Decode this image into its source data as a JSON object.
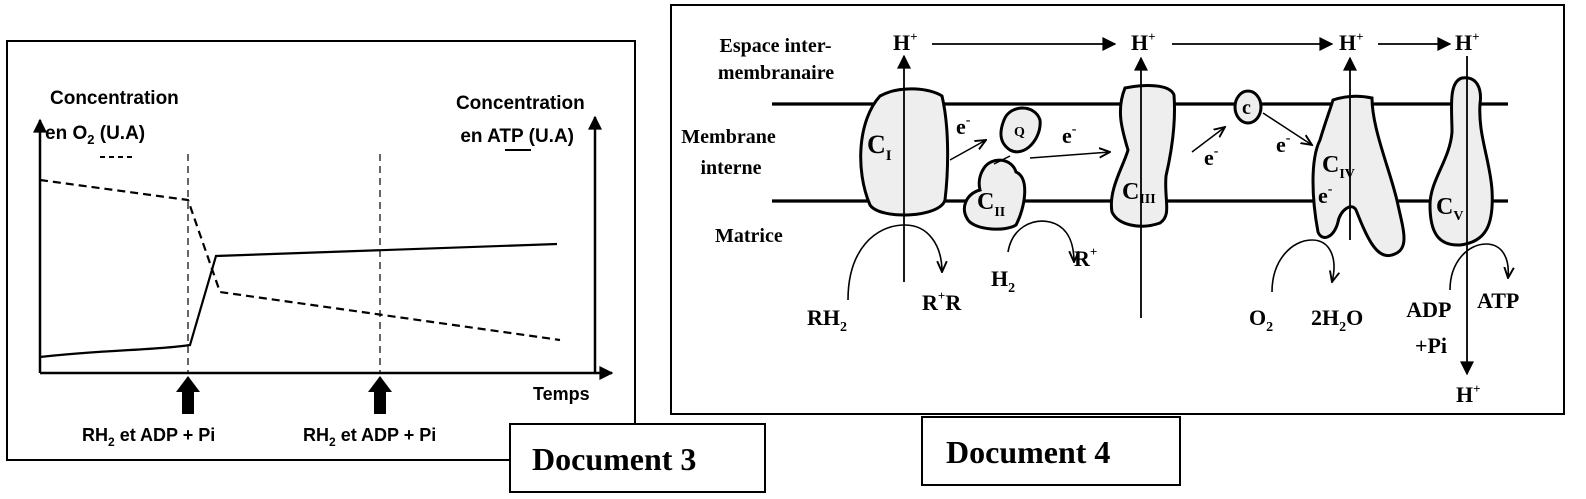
{
  "doc3": {
    "y_left_label": [
      "Concentration",
      "en O",
      "2",
      " (U.A)"
    ],
    "y_right_label": [
      "Concentration",
      "en ATP (U.A)"
    ],
    "x_label": "Temps",
    "injection_labels": [
      [
        "RH",
        "2",
        " et ADP + Pi"
      ],
      [
        "RH",
        "2",
        " et ADP + Pi"
      ]
    ],
    "caption": "Document 3"
  },
  "doc4": {
    "zones": {
      "espace": [
        "Espace inter-",
        "membranaire"
      ],
      "membrane": [
        "Membrane",
        "interne"
      ],
      "matrice": "Matrice"
    },
    "complexes": {
      "c1": [
        "C",
        "I"
      ],
      "c2": [
        "C",
        "II"
      ],
      "c3": [
        "C",
        "III"
      ],
      "c4": [
        "C",
        "IV"
      ],
      "c5": [
        "C",
        "V"
      ],
      "q": "Q",
      "c": "c"
    },
    "species": {
      "h": "H",
      "plus": "+",
      "e": "e",
      "minus": "-",
      "rh2": [
        "RH",
        "2"
      ],
      "r_plus_r": [
        "R",
        "+",
        "R"
      ],
      "h2": [
        "H",
        "2"
      ],
      "r_plus": [
        "R",
        "+"
      ],
      "o2": [
        "O",
        "2"
      ],
      "h2o": [
        "2H",
        "2",
        "O"
      ],
      "adp": [
        "ADP",
        "+Pi"
      ],
      "atp": "ATP"
    },
    "caption": "Document 4"
  }
}
